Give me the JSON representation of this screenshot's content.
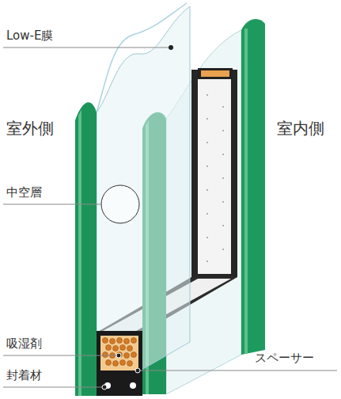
{
  "diagram": {
    "labels": [
      "Low-E膜",
      "室外側",
      "室内側",
      "中空層",
      "吸湿剤",
      "スペーサー",
      "封着材"
    ]
  }
}
